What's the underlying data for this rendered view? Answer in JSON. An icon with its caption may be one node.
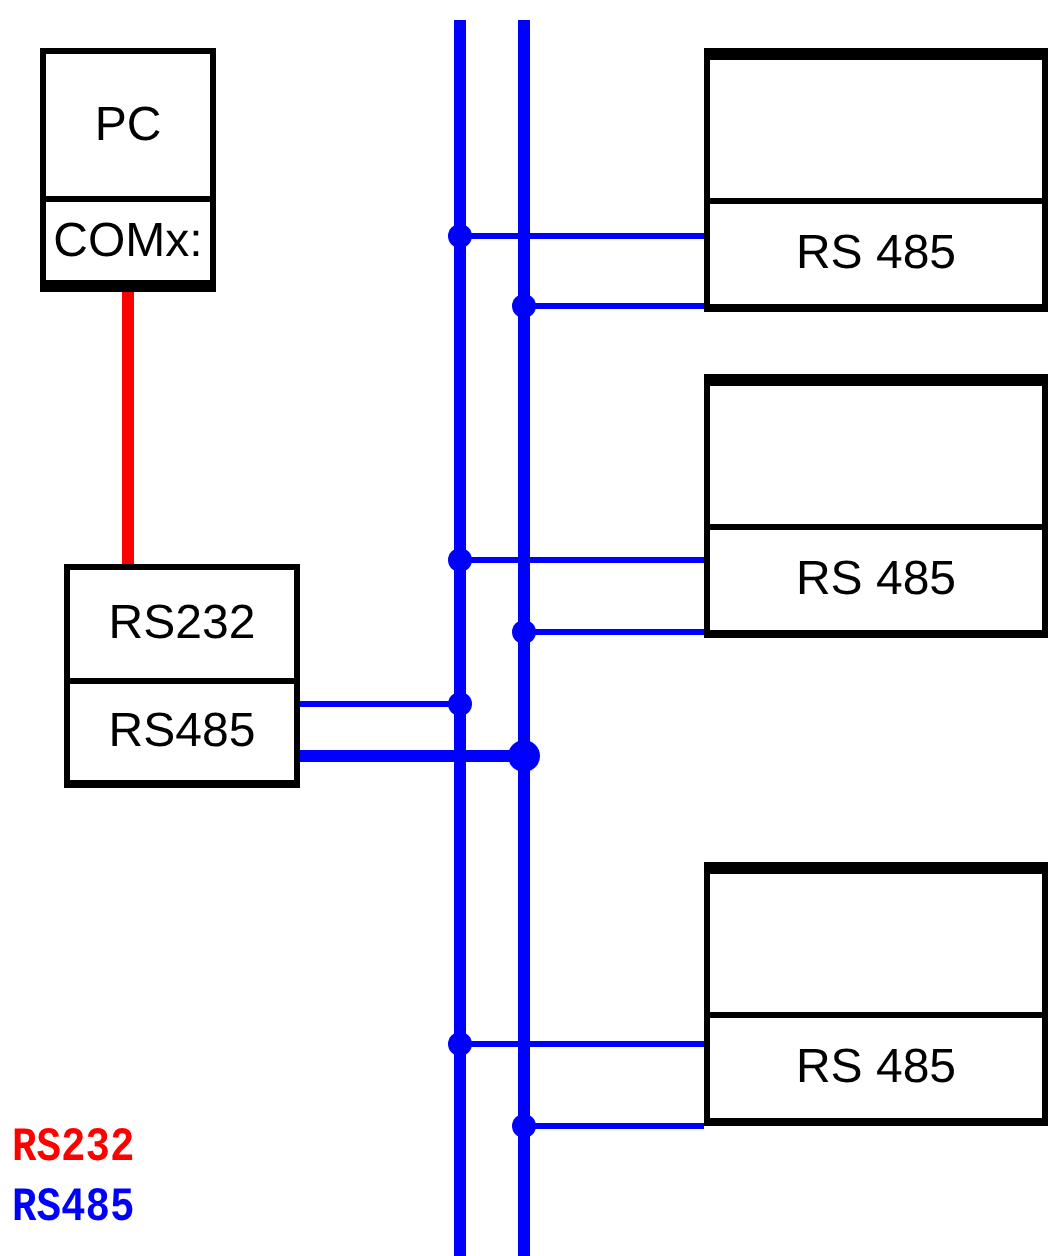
{
  "diagram": {
    "nodes": [
      {
        "text": [
          "PC"
        ]
      },
      {
        "text": [
          "COMx:"
        ]
      },
      {
        "text": [
          "RS232"
        ]
      },
      {
        "text": [
          "RS485"
        ]
      },
      {
        "text": [],
        "shape": "box"
      },
      {
        "text": [
          "RS 485"
        ]
      },
      {
        "text": [],
        "shape": "box"
      },
      {
        "text": [
          "RS 485"
        ]
      },
      {
        "text": [],
        "shape": "box"
      },
      {
        "text": [
          "RS 485"
        ]
      },
      {
        "text": [],
        "shape": "bar"
      },
      {
        "text": [],
        "shape": "bar"
      }
    ],
    "edges": [
      {
        "from": 1,
        "to": 2,
        "arrow": "none",
        "style": "thick",
        "color": "#ff0000"
      },
      {
        "from": 3,
        "to": 10,
        "arrow": "other"
      },
      {
        "from": 3,
        "to": 11,
        "arrow": "other",
        "style": "thick"
      },
      {
        "from": 5,
        "to": 10,
        "arrow": "other"
      },
      {
        "from": 5,
        "to": 11,
        "arrow": "other"
      },
      {
        "from": 7,
        "to": 10,
        "arrow": "other"
      },
      {
        "from": 7,
        "to": 11,
        "arrow": "other"
      },
      {
        "from": 9,
        "to": 10,
        "arrow": "other"
      },
      {
        "from": 9,
        "to": 11,
        "arrow": "other"
      }
    ],
    "legend": [
      {
        "text": "RS232",
        "color": "#ff0000"
      },
      {
        "text": "RS485",
        "color": "#0000ff"
      }
    ]
  }
}
